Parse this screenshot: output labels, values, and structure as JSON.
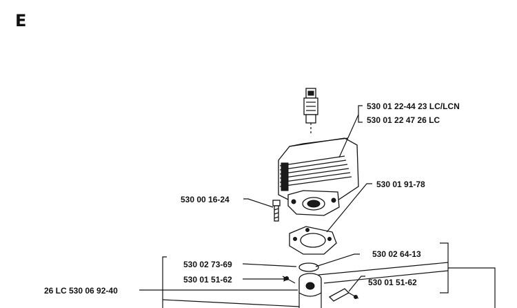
{
  "section_letter": "E",
  "labels": {
    "cylinder_1": "530 01 22-44 23 LC/LCN",
    "cylinder_2": "530 01 22 47 26 LC",
    "gasket": "530 01 91-78",
    "screw": "530 00 16-24",
    "ring": "530 02 64-13",
    "circlip": "530 02 73-69",
    "pin_clip_left": "530 01 51-62",
    "pin_clip_right": "530 01 51-62",
    "piston_assembly": "26 LC 530 06 92-40"
  }
}
